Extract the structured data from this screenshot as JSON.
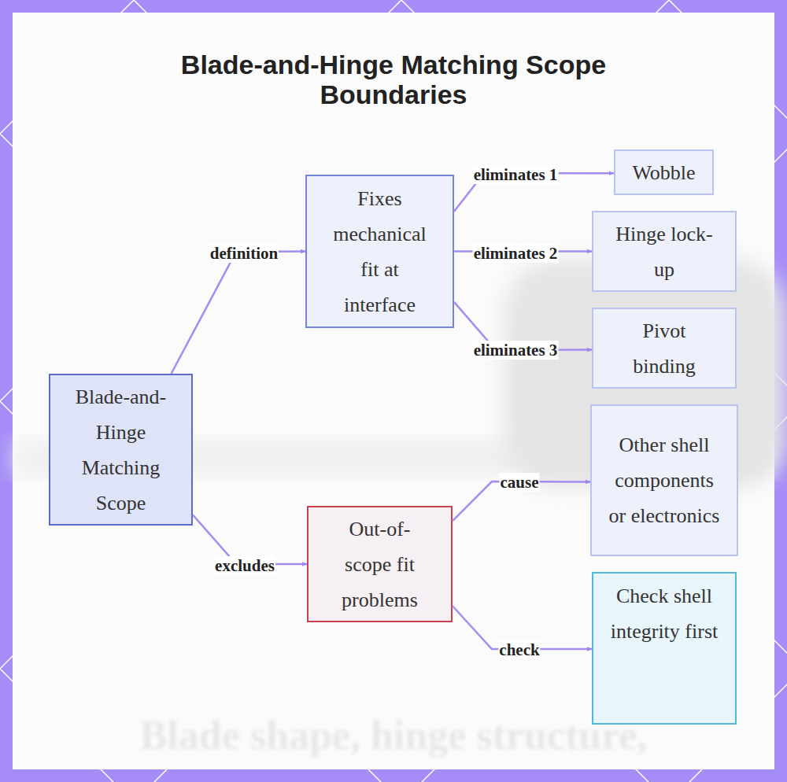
{
  "diagram": {
    "title": "Blade-and-Hinge Matching Scope Boundaries",
    "nodes": [
      {
        "text": [
          "Blade-and-Hinge Matching Scope"
        ]
      },
      {
        "text": [
          "Fixes mechanical fit at interface"
        ]
      },
      {
        "text": [
          "Wobble"
        ]
      },
      {
        "text": [
          "Hinge lock-up"
        ]
      },
      {
        "text": [
          "Pivot binding"
        ]
      },
      {
        "text": [
          "Out-of-scope fit problems"
        ]
      },
      {
        "text": [
          "Other shell components or electronics"
        ]
      },
      {
        "text": [
          "Check shell integrity first"
        ]
      }
    ],
    "edges": [
      {
        "from": 0,
        "to": 1,
        "label": "definition",
        "arrow": "to"
      },
      {
        "from": 1,
        "to": 2,
        "label": "eliminates 1",
        "arrow": "to"
      },
      {
        "from": 1,
        "to": 3,
        "label": "eliminates 2",
        "arrow": "to"
      },
      {
        "from": 1,
        "to": 4,
        "label": "eliminates 3",
        "arrow": "to"
      },
      {
        "from": 0,
        "to": 5,
        "label": "excludes",
        "arrow": "to"
      },
      {
        "from": 5,
        "to": 6,
        "label": "cause",
        "arrow": "to"
      },
      {
        "from": 5,
        "to": 7,
        "label": "check",
        "arrow": "to"
      }
    ],
    "labels": [
      "Blade shape, hinge structure,"
    ]
  }
}
